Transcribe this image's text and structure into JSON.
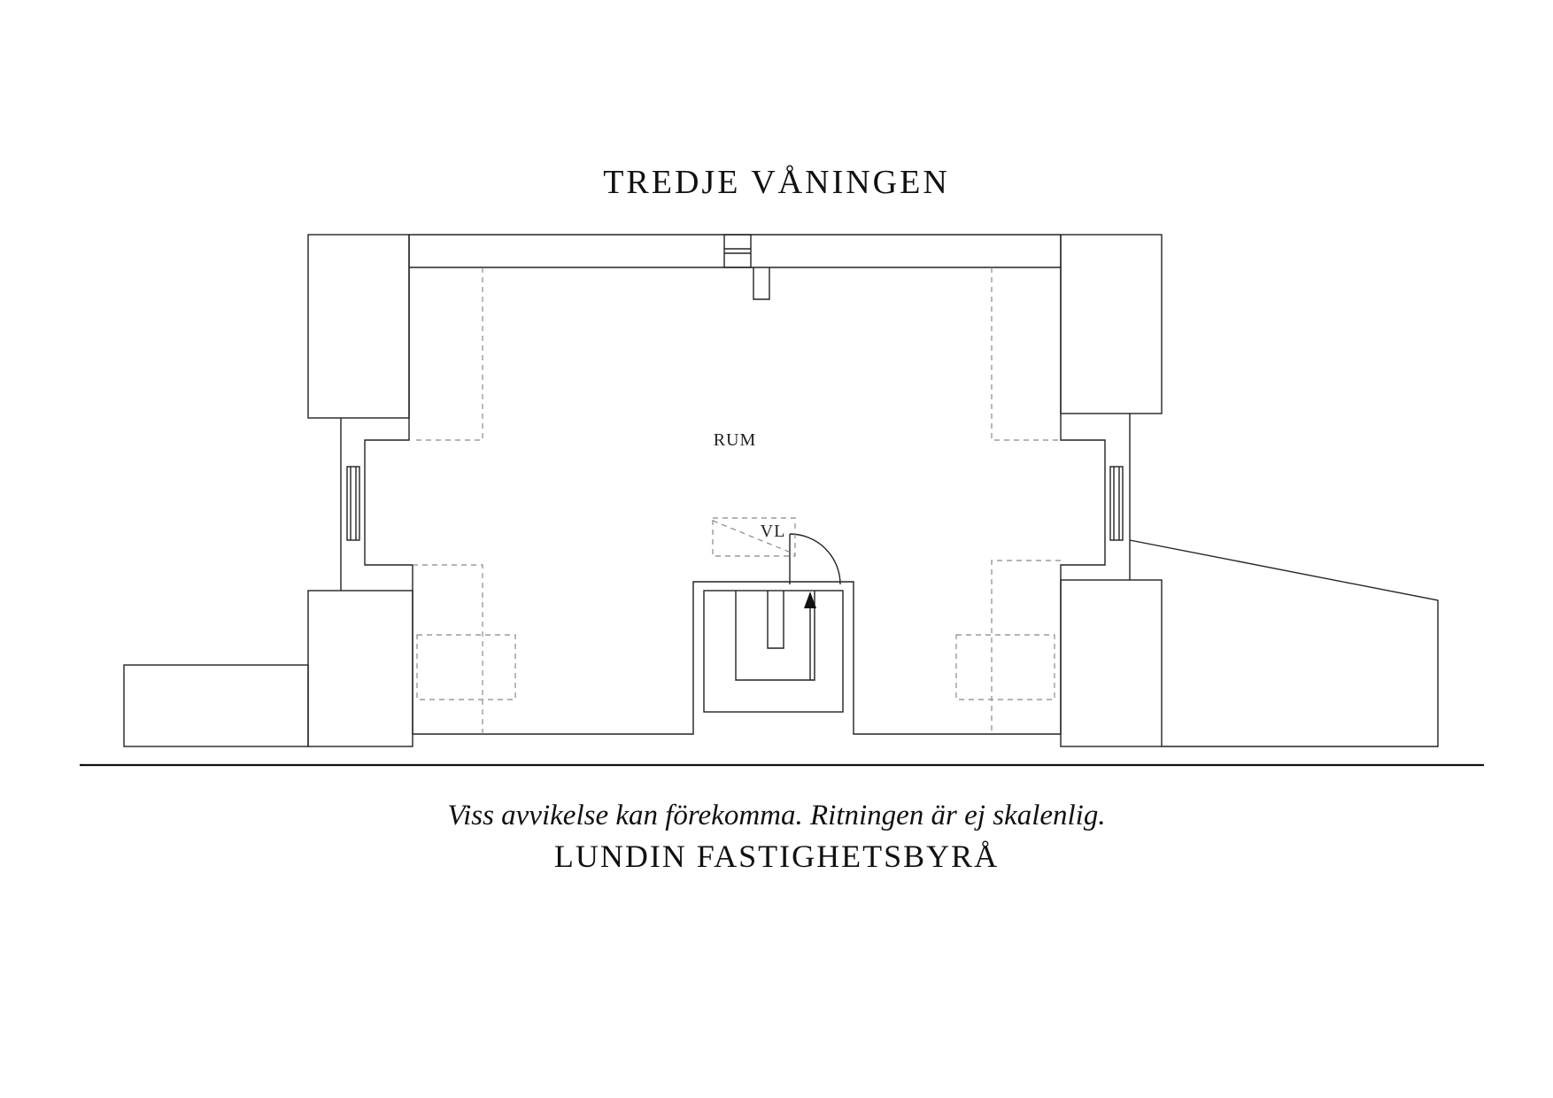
{
  "plan": {
    "title": "TREDJE VÅNINGEN",
    "rooms": {
      "rum": "RUM",
      "vl": "VL"
    }
  },
  "footer": {
    "disclaimer": "Viss avvikelse kan förekomma. Ritningen är ej skalenlig.",
    "brand": "LUNDIN FASTIGHETSBYRÅ"
  },
  "icons": {
    "entry_arrow": "up-arrow-icon"
  }
}
